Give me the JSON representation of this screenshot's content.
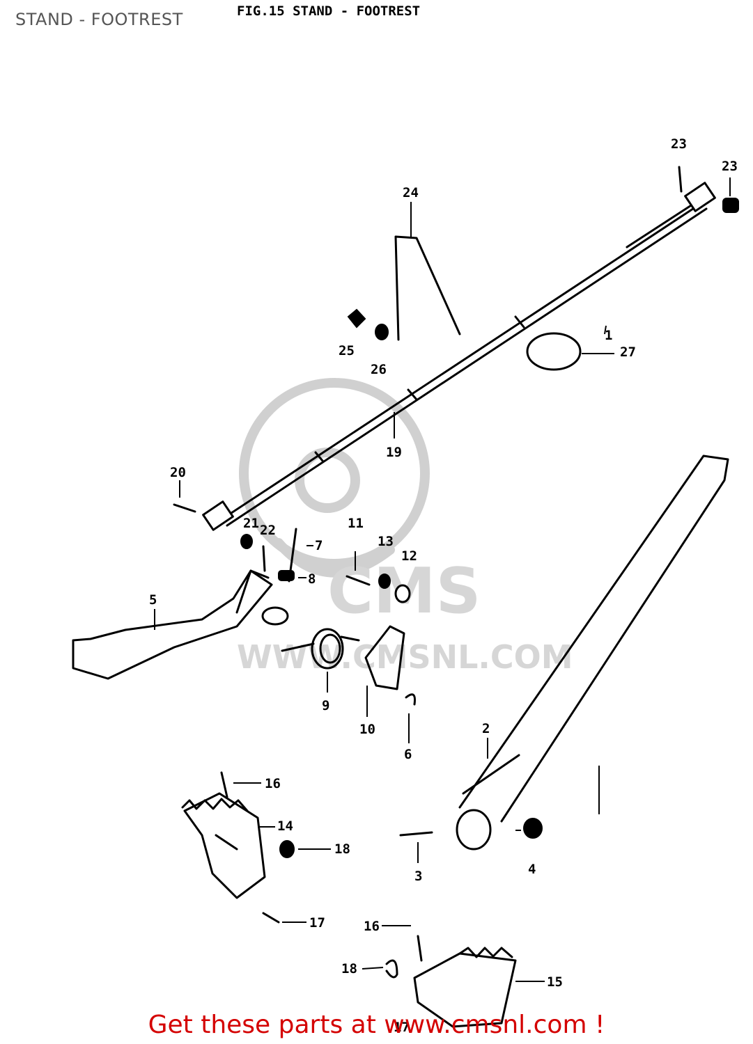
{
  "page": {
    "title": "STAND - FOOTREST",
    "figure_title": "FIG.15  STAND - FOOTREST",
    "watermark": "WWW.CMSNL.COM",
    "footer": "Get these parts at www.cmsnl.com !"
  },
  "callouts": [
    "1",
    "2",
    "3",
    "4",
    "5",
    "6",
    "7",
    "8",
    "9",
    "10",
    "11",
    "12",
    "13",
    "14",
    "15",
    "16",
    "16",
    "17",
    "17",
    "18",
    "18",
    "19",
    "20",
    "21",
    "22",
    "23",
    "23",
    "24",
    "25",
    "26",
    "27"
  ],
  "colors": {
    "footer": "#d40000",
    "watermark": "#d0d0d0",
    "title": "#555555"
  }
}
